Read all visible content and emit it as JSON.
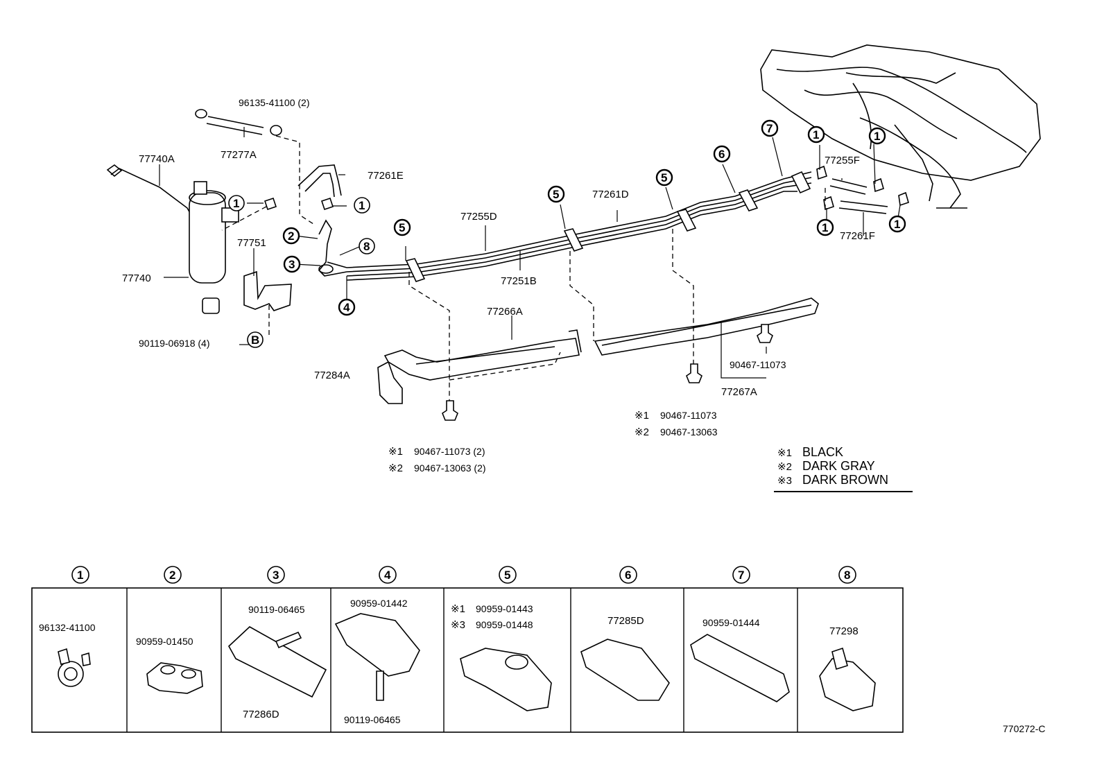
{
  "parts": {
    "p77740A": "77740A",
    "p77277A": "77277A",
    "p96135": "96135-41100 (2)",
    "p77261E": "77261E",
    "p77751": "77751",
    "p77740": "77740",
    "p90119_06918": "90119-06918 (4)",
    "p77255D": "77255D",
    "p77261D": "77261D",
    "p77251B": "77251B",
    "p77266A": "77266A",
    "p77284A": "77284A",
    "p77255F": "77255F",
    "p77261F": "77261F",
    "p90467_11073": "90467-11073",
    "p77267A": "77267A",
    "left_clip_1": "90467-11073 (2)",
    "left_clip_2": "90467-13063 (2)",
    "mid_clip_1": "90467-11073",
    "mid_clip_2": "90467-13063",
    "circle_B": "B"
  },
  "refs": {
    "n1": "1",
    "n2": "2",
    "n3": "3",
    "n4": "4",
    "n5": "5",
    "n6": "6",
    "n7": "7",
    "n8": "8",
    "m1": "※1",
    "m2": "※2",
    "m3": "※3"
  },
  "legend": {
    "item1": "BLACK",
    "item2": "DARK  GRAY",
    "item3": "DARK  BROWN"
  },
  "table": {
    "cells": [
      {
        "num": "1",
        "parts": [
          "96132-41100"
        ]
      },
      {
        "num": "2",
        "parts": [
          "90959-01450"
        ]
      },
      {
        "num": "3",
        "parts": [
          "90119-06465",
          "77286D"
        ]
      },
      {
        "num": "4",
        "parts": [
          "90959-01442",
          "90119-06465"
        ]
      },
      {
        "num": "5",
        "parts": [
          "90959-01443",
          "90959-01448"
        ]
      },
      {
        "num": "6",
        "parts": [
          "77285D"
        ]
      },
      {
        "num": "7",
        "parts": [
          "90959-01444"
        ]
      },
      {
        "num": "8",
        "parts": [
          "77298"
        ]
      }
    ]
  },
  "diagram_code": "770272-C"
}
